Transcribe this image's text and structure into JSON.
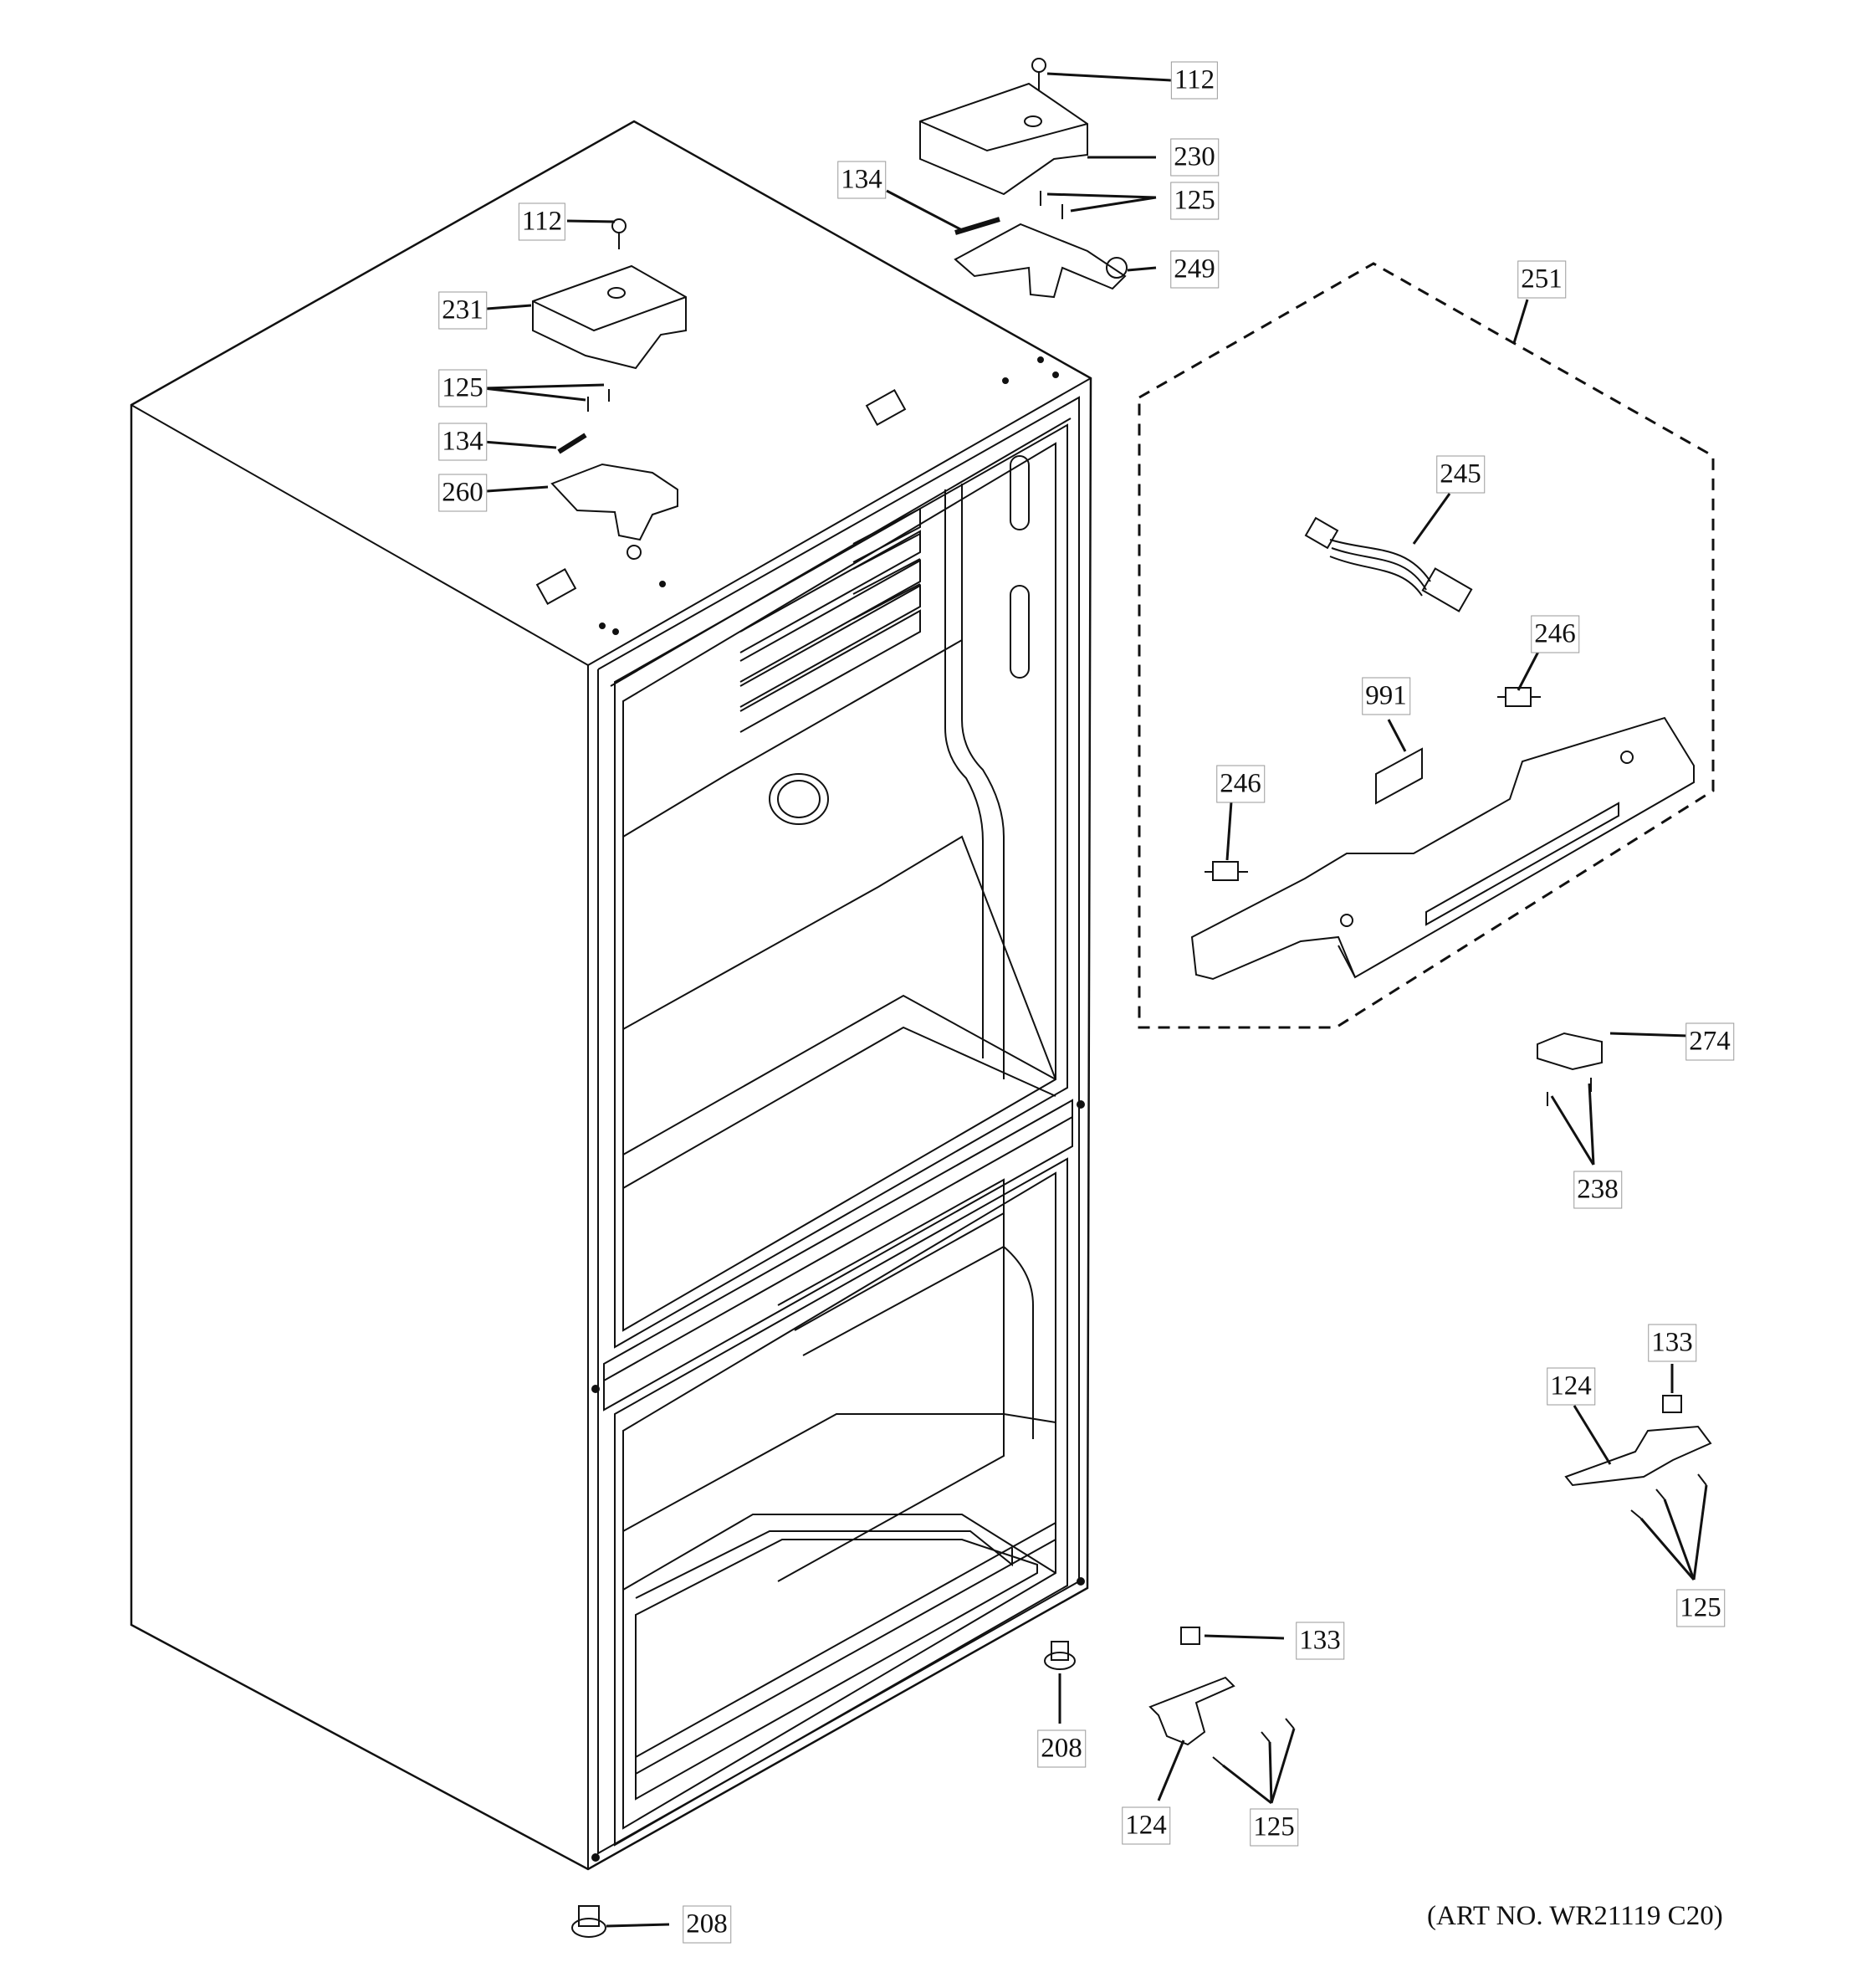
{
  "callouts": {
    "c112_top": "112",
    "c230": "230",
    "c134_r": "134",
    "c125_r": "125",
    "c249": "249",
    "c112_l": "112",
    "c231": "231",
    "c125_l": "125",
    "c134_l": "134",
    "c260": "260",
    "c251": "251",
    "c245": "245",
    "c246_r": "246",
    "c991": "991",
    "c246_l": "246",
    "c274": "274",
    "c238": "238",
    "c133_r": "133",
    "c124_r": "124",
    "c125_br": "125",
    "c133_b": "133",
    "c208_m": "208",
    "c124_b": "124",
    "c125_b": "125",
    "c208_b": "208"
  },
  "art_number": "(ART NO. WR21119 C20)"
}
